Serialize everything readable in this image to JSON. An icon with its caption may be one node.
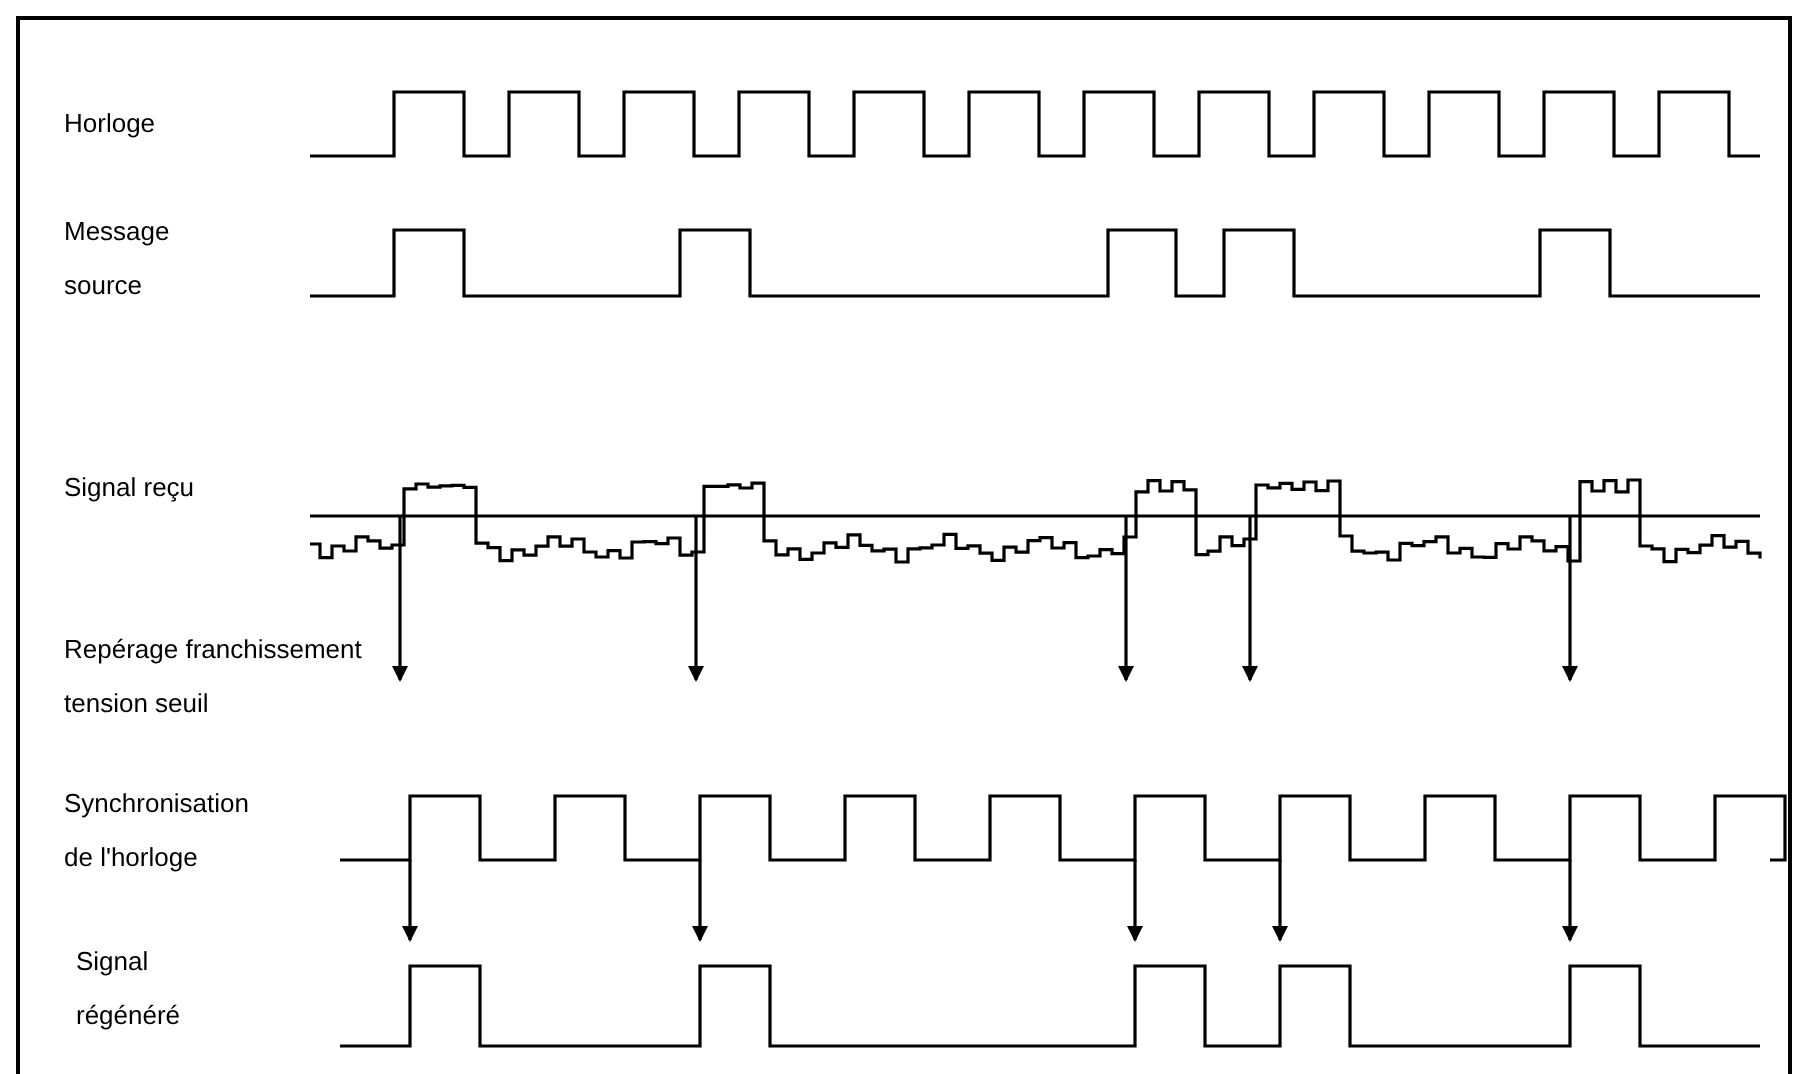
{
  "diagram": {
    "labels": [
      "Horloge",
      "Message source",
      "Signal reçu",
      "Repérage franchissement tension seuil",
      "Synchronisation de l'horloge",
      "Signal régénéré"
    ]
  }
}
